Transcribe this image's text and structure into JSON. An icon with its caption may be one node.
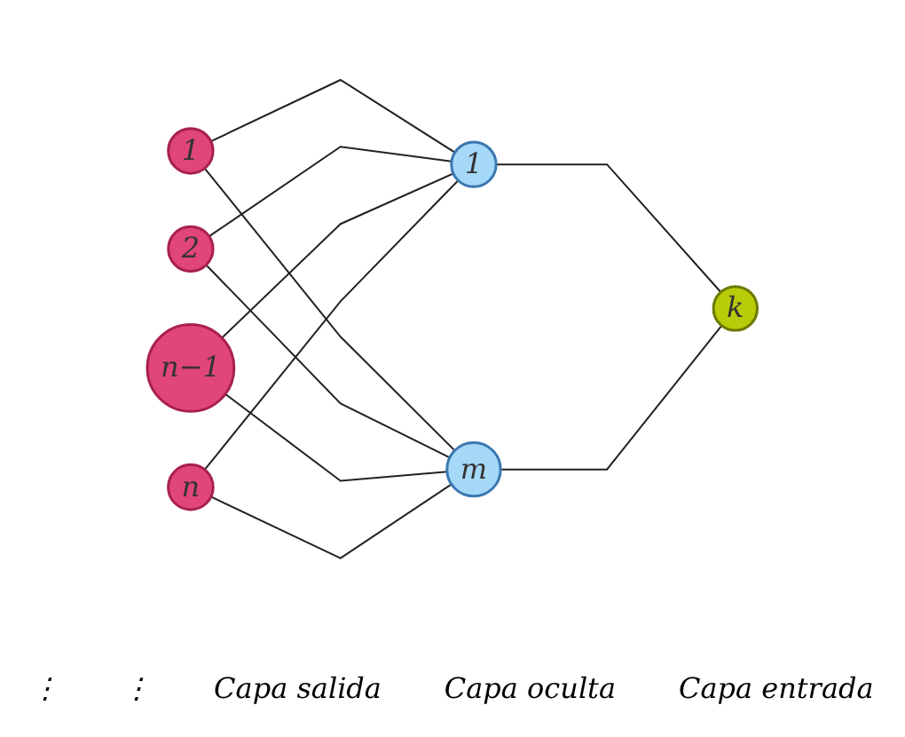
{
  "diagram": {
    "nodes": [
      {
        "text": [
          "1"
        ]
      },
      {
        "text": [
          "2"
        ]
      },
      {
        "text": [
          "n−1"
        ]
      },
      {
        "text": [
          "n"
        ]
      },
      {
        "text": [
          "1"
        ]
      },
      {
        "text": [
          "m"
        ]
      },
      {
        "text": [
          "k"
        ]
      }
    ],
    "edges": [
      {
        "from": 0,
        "to": 4,
        "arrow": "none"
      },
      {
        "from": 0,
        "to": 5,
        "arrow": "none"
      },
      {
        "from": 1,
        "to": 4,
        "arrow": "none"
      },
      {
        "from": 1,
        "to": 5,
        "arrow": "none"
      },
      {
        "from": 2,
        "to": 4,
        "arrow": "none"
      },
      {
        "from": 2,
        "to": 5,
        "arrow": "none"
      },
      {
        "from": 3,
        "to": 4,
        "arrow": "none"
      },
      {
        "from": 3,
        "to": 5,
        "arrow": "none"
      },
      {
        "from": 4,
        "to": 6,
        "arrow": "none"
      },
      {
        "from": 5,
        "to": 6,
        "arrow": "none"
      }
    ],
    "labels": [
      "⋮",
      "⋮",
      "Capa salida",
      "Capa oculta",
      "Capa entrada"
    ]
  }
}
